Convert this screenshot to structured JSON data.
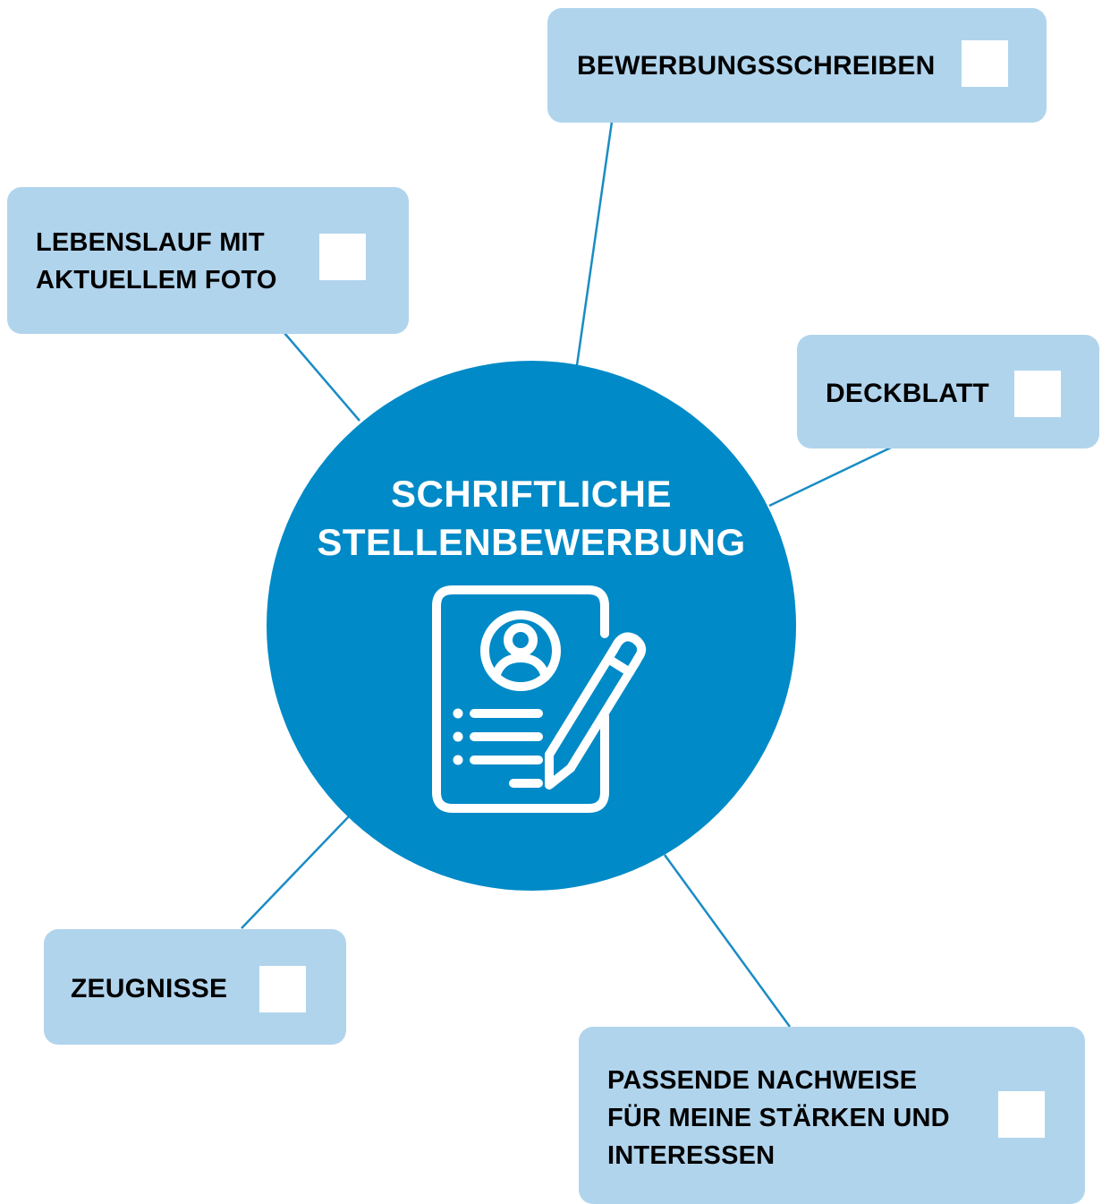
{
  "hub": {
    "title": "SCHRIFTLICHE\nSTELLENBEWERBUNG",
    "icon": "application-document-icon",
    "color": "#008ac7"
  },
  "items": {
    "bewerbungsschreiben": {
      "label": "BEWERBUNGSSCHREIBEN",
      "checked": false
    },
    "lebenslauf": {
      "label": "LEBENSLAUF MIT\nAKTUELLEM FOTO",
      "checked": false
    },
    "deckblatt": {
      "label": "DECKBLATT",
      "checked": false
    },
    "zeugnisse": {
      "label": "ZEUGNISSE",
      "checked": false
    },
    "nachweise": {
      "label": "PASSENDE NACHWEISE\nFÜR MEINE STÄRKEN UND\nINTERESSEN",
      "checked": false
    }
  },
  "colors": {
    "box": "#b1d4ed",
    "line": "#1a8cc4",
    "checkbox": "#ffffff"
  }
}
